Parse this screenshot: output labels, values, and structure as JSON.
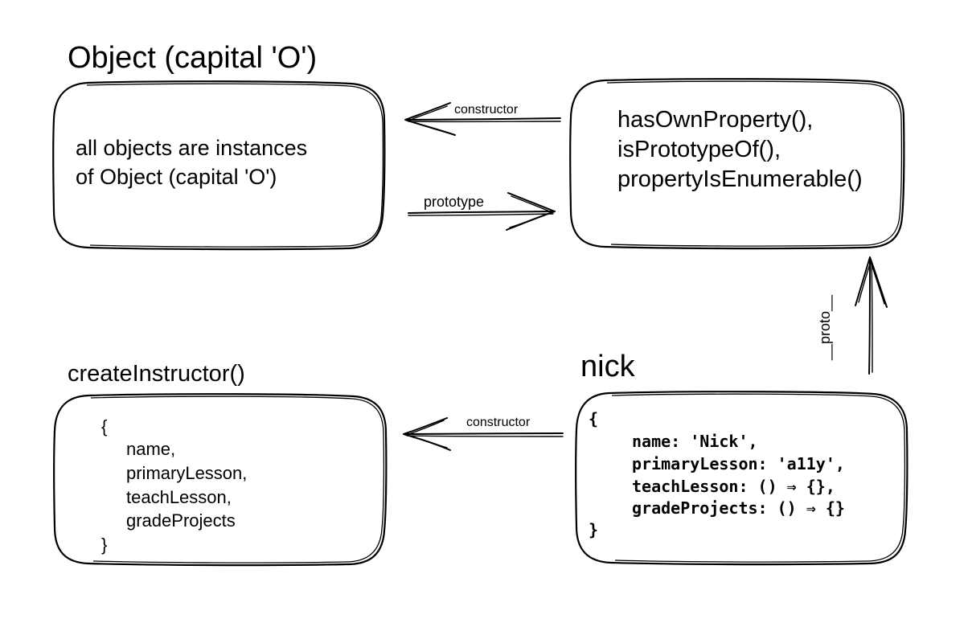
{
  "nodes": {
    "object": {
      "title": "Object (capital 'O')",
      "body": [
        "all objects are instances",
        "of Object (capital 'O')"
      ]
    },
    "prototype_methods": {
      "lines": [
        "hasOwnProperty(),",
        "isPrototypeOf(),",
        "propertyIsEnumerable()"
      ]
    },
    "create_instructor": {
      "title": "createInstructor()",
      "open_brace": "{",
      "props": [
        "name,",
        "primaryLesson,",
        "teachLesson,",
        "gradeProjects"
      ],
      "close_brace": "}"
    },
    "nick": {
      "title": "nick",
      "open_brace": "{",
      "props": [
        "name: 'Nick',",
        "primaryLesson: 'a11y',",
        "teachLesson: () ⇒ {},",
        "gradeProjects: () ⇒ {}"
      ],
      "close_brace": "}"
    }
  },
  "edges": {
    "methods_to_object": {
      "label": "constructor"
    },
    "object_to_methods": {
      "label": "prototype"
    },
    "nick_to_methods": {
      "label": "__proto__"
    },
    "nick_to_create_instructor": {
      "label": "constructor"
    }
  }
}
